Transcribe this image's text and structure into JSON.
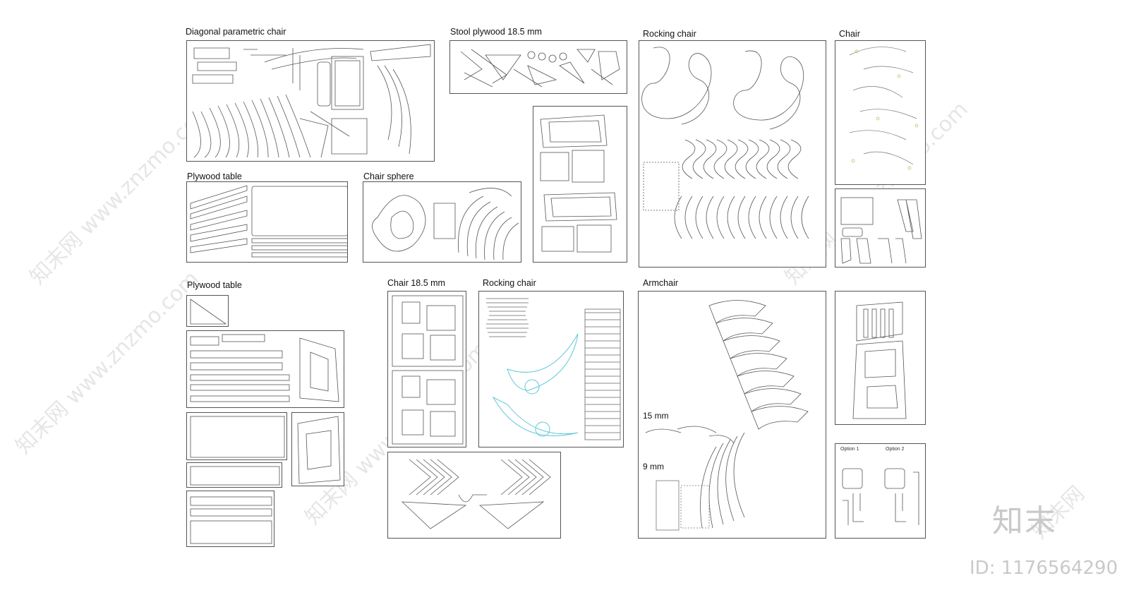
{
  "sheets": {
    "diagonal_chair": "Diagonal parametric chair",
    "stool": "Stool plywood 18.5 mm",
    "rocking_chair_1": "Rocking chair",
    "chair_1": "Chair",
    "plywood_table_1": "Plywood table",
    "chair_sphere": "Chair sphere",
    "plywood_table_2": "Plywood table",
    "chair_185": "Chair 18.5 mm",
    "rocking_chair_2": "Rocking chair",
    "armchair": "Armchair"
  },
  "armchair_labels": {
    "thick_15": "15 mm",
    "thick_9": "9 mm"
  },
  "chair_options": {
    "option1": "Option 1",
    "option2": "Option 2"
  },
  "watermark": {
    "logo": "知末",
    "id": "ID: 1176564290"
  },
  "colors": {
    "line": "#555555",
    "accent_cyan": "#5fc8d6"
  }
}
